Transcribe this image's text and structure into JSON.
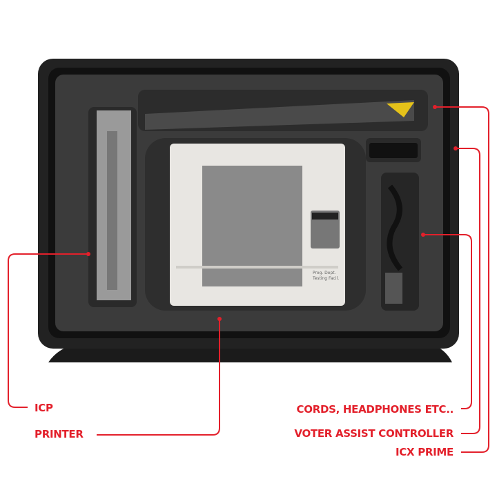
{
  "labels": {
    "icp": "ICP",
    "printer": "PRINTER",
    "cords": "CORDS, HEADPHONES ETC..",
    "voter_assist": "VOTER ASSIST  CONTROLLER",
    "icx_prime": "ICX PRIME"
  },
  "printer_tag": [
    "Prog. Dept.",
    "Testing Facil."
  ],
  "colors": {
    "accent": "#e3202b",
    "foam": "#3a3a3a",
    "case": "#1e1e1e"
  }
}
